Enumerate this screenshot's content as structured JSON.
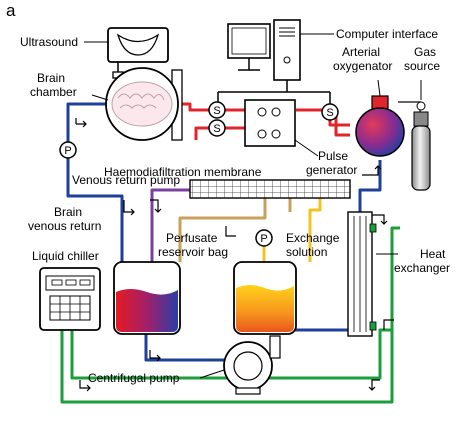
{
  "panel_letter": "a",
  "labels": {
    "ultrasound": "Ultrasound",
    "brain_chamber_1": "Brain",
    "brain_chamber_2": "chamber",
    "computer_interface": "Computer interface",
    "arterial_oxygenator_1": "Arterial",
    "arterial_oxygenator_2": "oxygenator",
    "gas_source_1": "Gas",
    "gas_source_2": "source",
    "haemodiafiltration_membrane": "Haemodiafiltration membrane",
    "pulse_generator_1": "Pulse",
    "pulse_generator_2": "generator",
    "venous_return_pump": "Venous return pump",
    "brain_venous_return_1": "Brain",
    "brain_venous_return_2": "venous return",
    "liquid_chiller": "Liquid chiller",
    "perfusate_reservoir_1": "Perfusate",
    "perfusate_reservoir_2": "reservoir bag",
    "exchange_solution_1": "Exchange",
    "exchange_solution_2": "solution",
    "heat_exchanger_1": "Heat",
    "heat_exchanger_2": "exchanger",
    "centrifugal_pump": "Centrifugal pump"
  },
  "symbols": {
    "pressure": "P",
    "sensor": "S"
  },
  "colors": {
    "venous": "#1f3f99",
    "arterial": "#e0262b",
    "perfusate": "#c8a05a",
    "exchange": "#f3c224",
    "coolant": "#1b9e3b",
    "purple": "#7b3fa0"
  }
}
